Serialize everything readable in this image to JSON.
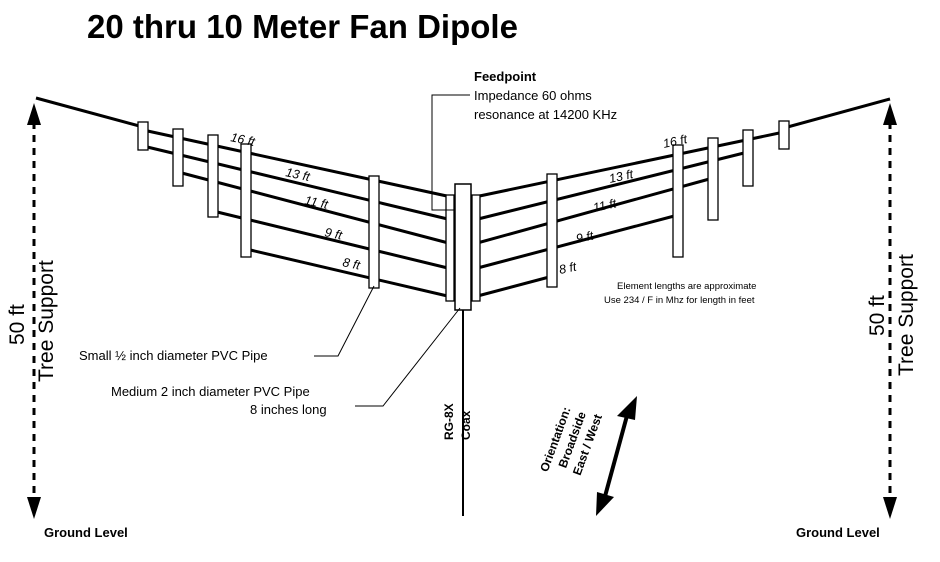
{
  "title": "20 thru 10 Meter Fan Dipole",
  "feedpoint": {
    "heading": "Feedpoint",
    "impedance": "Impedance 60 ohms",
    "resonance": "resonance at 14200 KHz"
  },
  "element_labels": {
    "left": [
      "16 ft",
      "13 ft",
      "11 ft",
      "9 ft",
      "8 ft"
    ],
    "right": [
      "16 ft",
      "13 ft",
      "11 ft",
      "9 ft",
      "8 ft"
    ]
  },
  "note": {
    "line1": "Element lengths are approximate",
    "line2": "Use 234 / F in Mhz for length in feet"
  },
  "callouts": {
    "small_pipe": "Small ½ inch diameter PVC Pipe",
    "medium_pipe_line1": "Medium 2 inch diameter PVC Pipe",
    "medium_pipe_line2": "8 inches long"
  },
  "coax": {
    "line1": "RG-8X",
    "line2": "Coax"
  },
  "orientation": {
    "line1": "Orientation:",
    "line2": "Broadside",
    "line3": "East / West"
  },
  "supports": {
    "left": {
      "height": "50 ft",
      "label": "Tree Support",
      "ground": "Ground Level"
    },
    "right": {
      "height": "50 ft",
      "label": "Tree Support",
      "ground": "Ground Level"
    }
  }
}
